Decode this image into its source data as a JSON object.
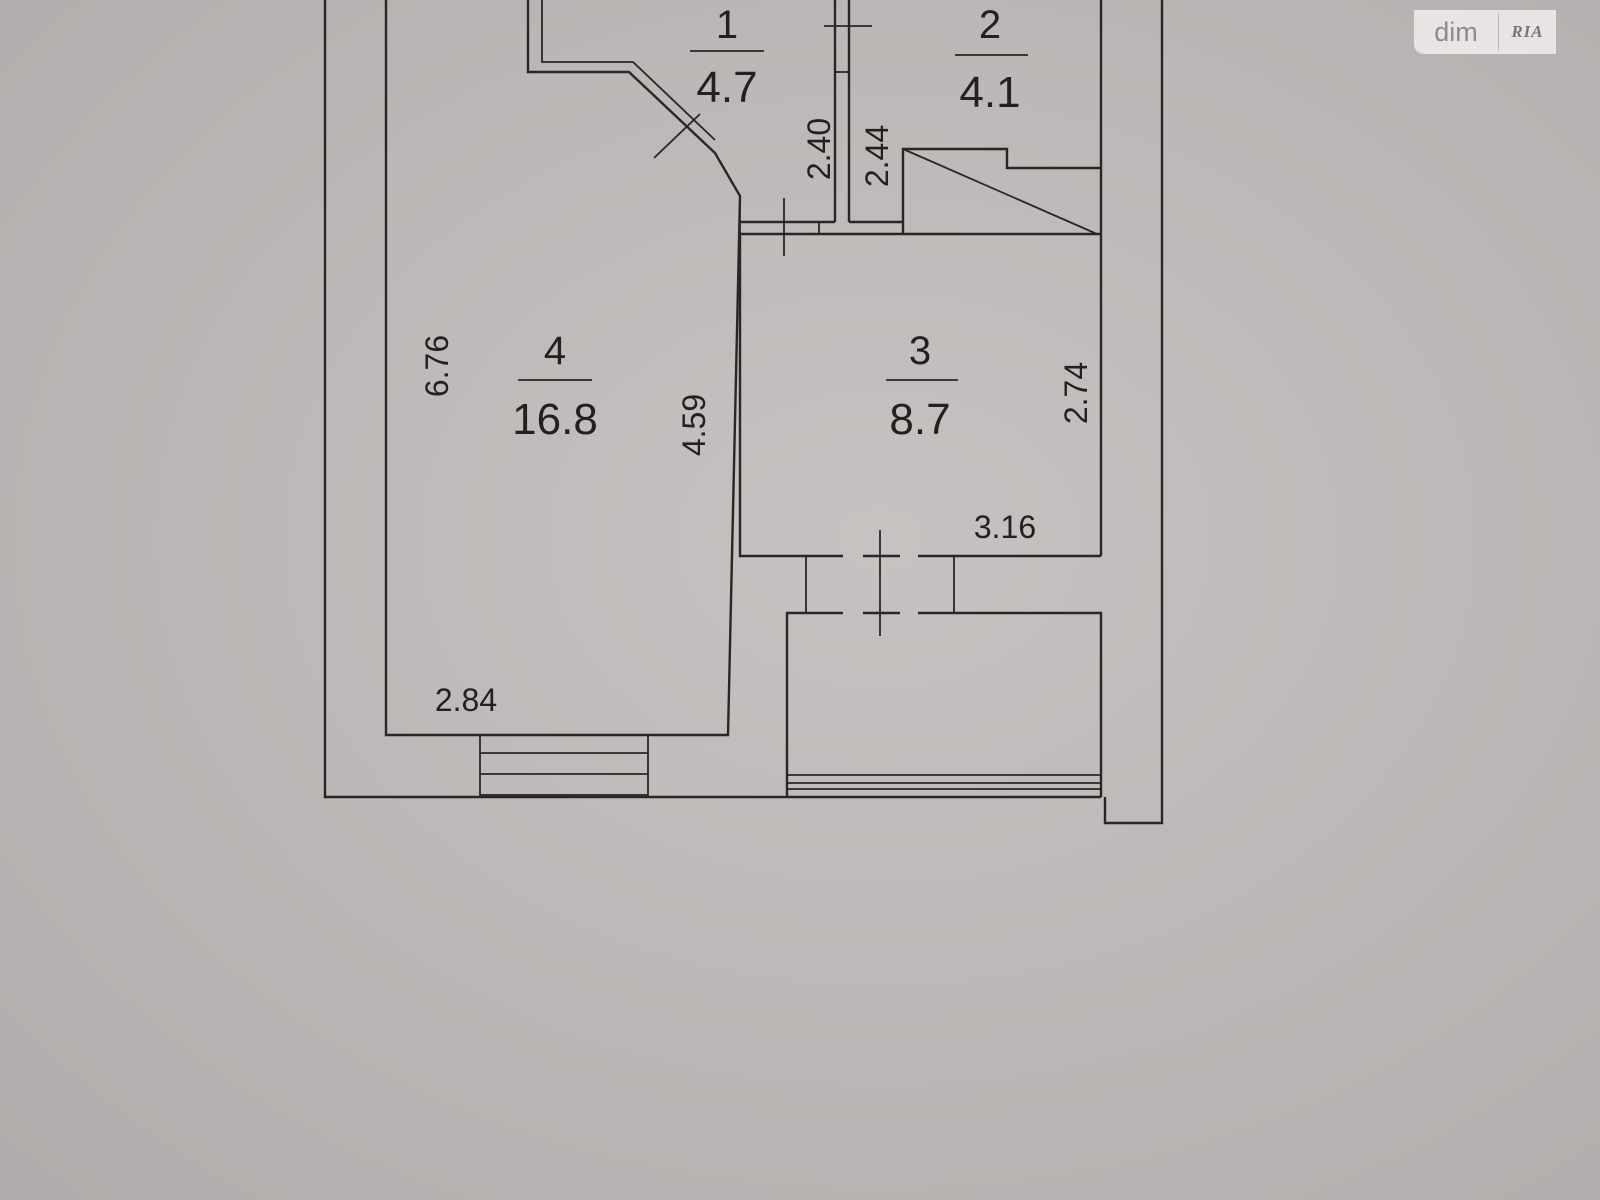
{
  "watermark": {
    "brand": "dim",
    "partner": "RIA"
  },
  "rooms": [
    {
      "id": "1",
      "number": "1",
      "area": "4.7"
    },
    {
      "id": "2",
      "number": "2",
      "area": "4.1"
    },
    {
      "id": "3",
      "number": "3",
      "area": "8.7"
    },
    {
      "id": "4",
      "number": "4",
      "area": "16.8"
    }
  ],
  "dimensions": {
    "room1_height": "2.40",
    "room2_height": "2.44",
    "room4_height": "6.76",
    "room4_inner_height": "4.59",
    "room4_width": "2.84",
    "room3_height": "2.74",
    "room3_width": "3.16"
  },
  "colors": {
    "background": "#bdb8b8",
    "line": "#2a2626",
    "text": "#232020"
  }
}
